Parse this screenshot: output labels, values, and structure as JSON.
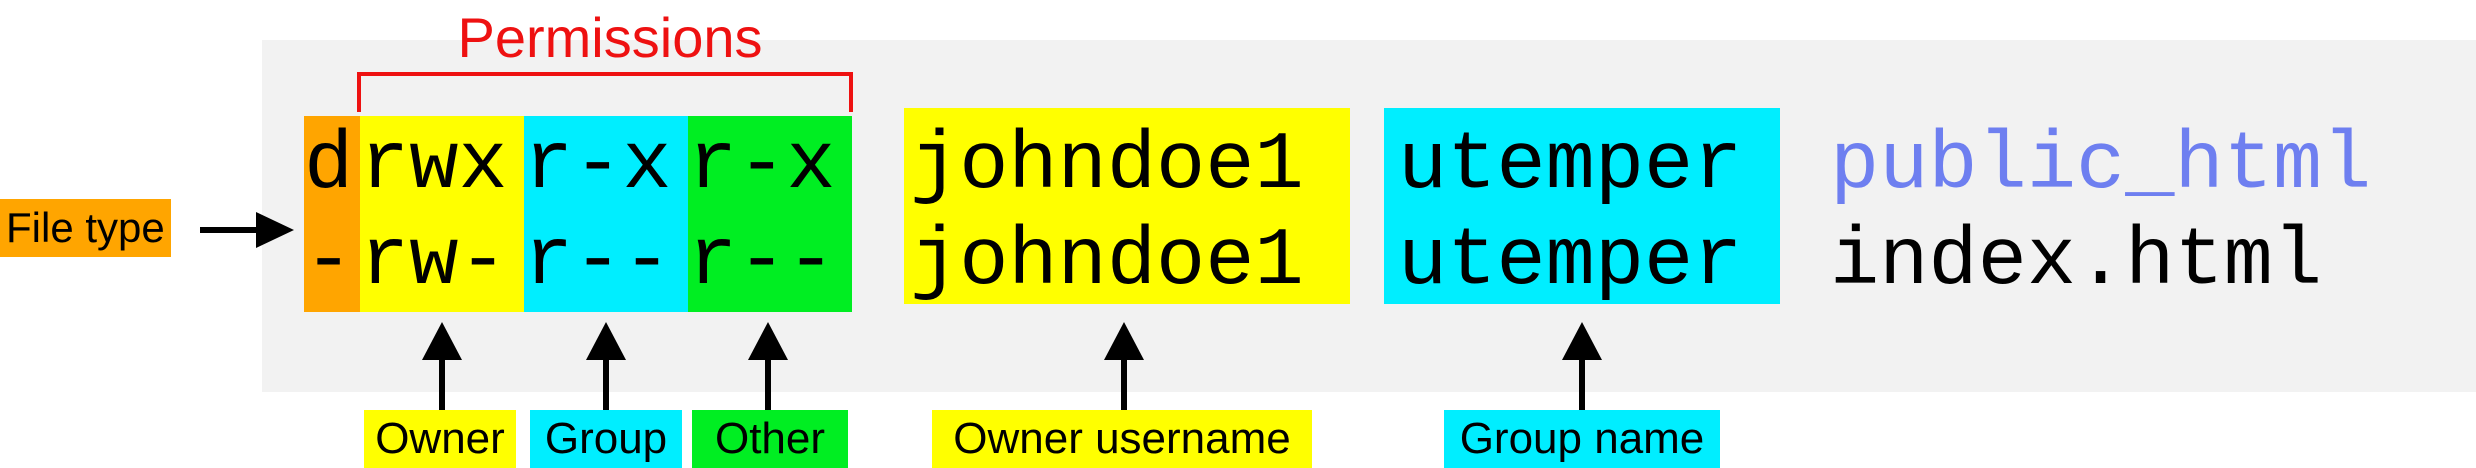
{
  "title": "Permissions",
  "file_type_label": "File type",
  "rows": [
    {
      "type": "d",
      "owner": "rwx",
      "group": "r-x",
      "other": "r-x",
      "username": "johndoe1",
      "groupname": "utemper",
      "filename": "public_html"
    },
    {
      "type": "-",
      "owner": "rw-",
      "group": "r--",
      "other": "r--",
      "username": "johndoe1",
      "groupname": "utemper",
      "filename": "index.html"
    }
  ],
  "labels": {
    "owner": "Owner",
    "group": "Group",
    "other": "Other",
    "owner_username": "Owner username",
    "group_name": "Group name"
  },
  "colors": {
    "type": "#ffa500",
    "owner": "#ffff00",
    "group": "#00eeff",
    "other": "#00ee22",
    "directory_name": "#6e7ff0",
    "title": "#ee1111",
    "panel": "#f2f2f2"
  }
}
